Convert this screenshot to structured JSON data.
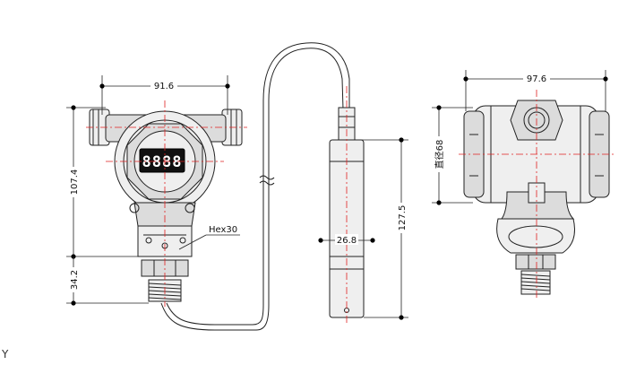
{
  "dimensions": {
    "front_width": "91.6",
    "front_height": "107.4",
    "fitting_height": "34.2",
    "hex_label": "Hex30",
    "probe_width": "26.8",
    "probe_height": "127.5",
    "side_width": "97.6",
    "side_diameter": "直径68"
  },
  "display_digits": "8888",
  "corner_axis_label": "Y",
  "colors": {
    "centerline": "#e02020",
    "outline": "#222222",
    "display_bg": "#111111",
    "display_digits": "#ffffff"
  }
}
